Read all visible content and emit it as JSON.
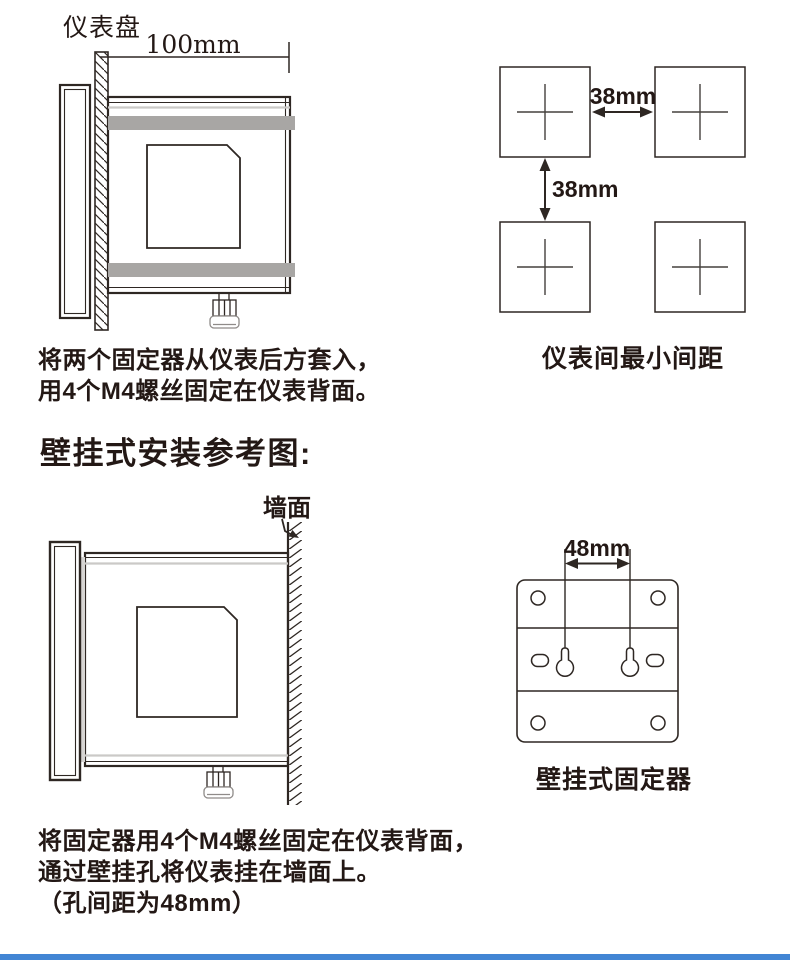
{
  "colors": {
    "line": "#2e2723",
    "text": "#231815",
    "clamp_gray": "#a8a6a4",
    "light_gray": "#cbc9c7",
    "accent_bar": "#4285d4"
  },
  "panel_section": {
    "title": "仪表盘",
    "width_label": "100mm",
    "instructions": [
      "将两个固定器从仪表后方套入，",
      "用4个M4螺丝固定在仪表背面。"
    ]
  },
  "spacing_section": {
    "horizontal_label": "38mm",
    "vertical_label": "38mm",
    "caption": "仪表间最小间距"
  },
  "wall_section": {
    "heading": "壁挂式安装参考图:",
    "wall_label": "墙面",
    "instructions": [
      "将固定器用4个M4螺丝固定在仪表背面，",
      "通过壁挂孔将仪表挂在墙面上。",
      "（孔间距为48mm）"
    ]
  },
  "bracket_section": {
    "hole_spacing_label": "48mm",
    "caption": "壁挂式固定器"
  }
}
